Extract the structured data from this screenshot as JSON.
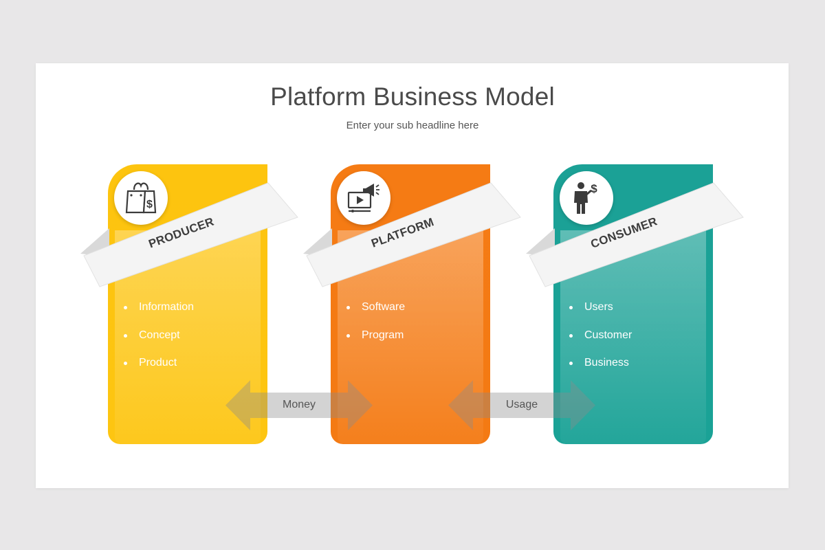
{
  "header": {
    "title": "Platform Business Model",
    "subtitle": "Enter your sub headline here"
  },
  "colors": {
    "producer": "#fdc40f",
    "platform": "#f57b14",
    "consumer": "#1ba196",
    "ribbon": "#f3f3f3",
    "arrow": "#9a9a9a"
  },
  "cards": [
    {
      "label": "PRODUCER",
      "icon": "shopping-bag-dollar-icon",
      "items": [
        "Information",
        "Concept",
        "Product"
      ]
    },
    {
      "label": "PLATFORM",
      "icon": "video-megaphone-icon",
      "items": [
        "Software",
        "Program"
      ]
    },
    {
      "label": "CONSUMER",
      "icon": "businessman-dollar-icon",
      "items": [
        "Users",
        "Customer",
        "Business"
      ]
    }
  ],
  "arrows": [
    {
      "label": "Money"
    },
    {
      "label": "Usage"
    }
  ]
}
